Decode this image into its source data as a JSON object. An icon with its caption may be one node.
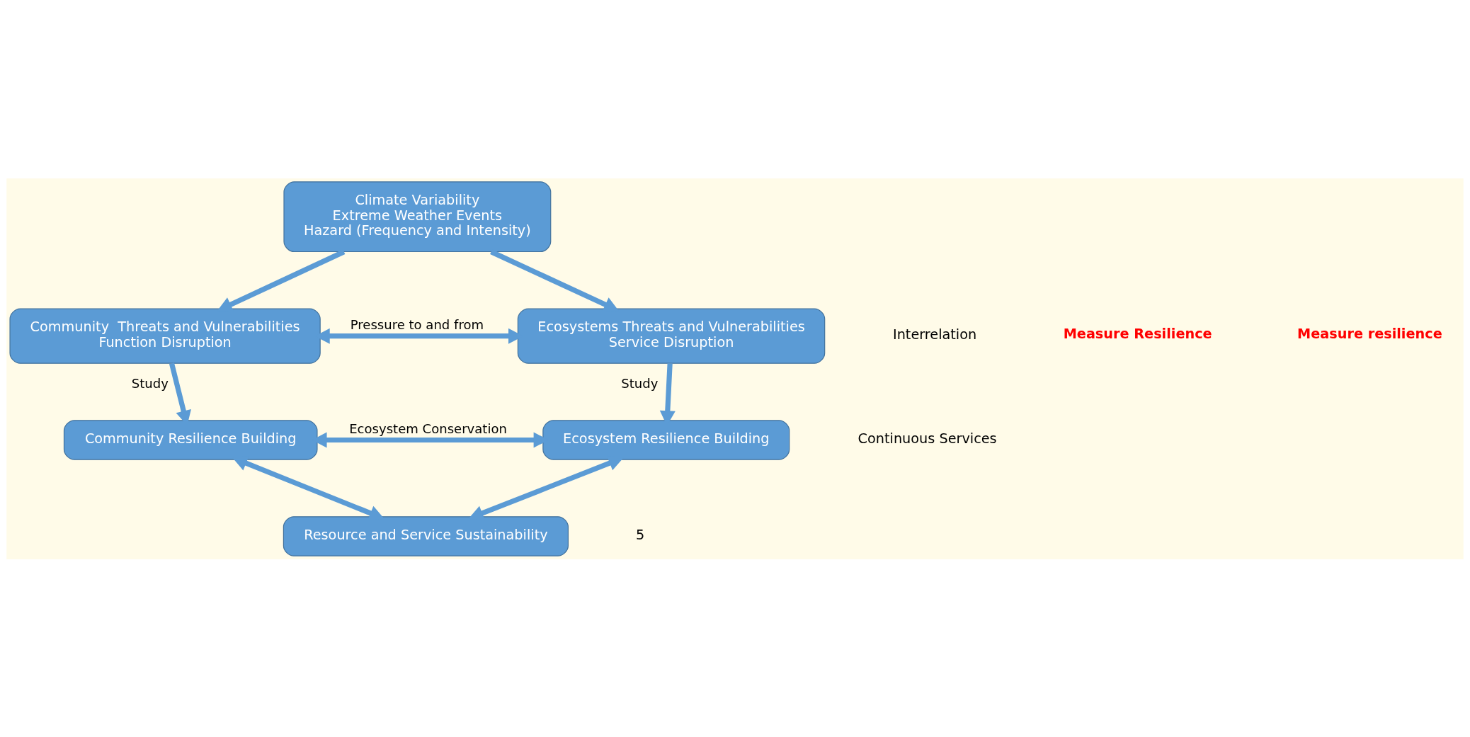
{
  "diagram": {
    "nodes": [
      {
        "text": [
          "Climate Variability",
          "Extreme Weather Events",
          "Hazard (Frequency and Intensity)"
        ]
      },
      {
        "text": [
          "Community  Threats and Vulnerabilities",
          "Function Disruption"
        ]
      },
      {
        "text": [
          "Ecosystems Threats and Vulnerabilities",
          "Service Disruption"
        ]
      },
      {
        "text": [
          "Community Resilience Building"
        ]
      },
      {
        "text": [
          "Ecosystem Resilience Building"
        ]
      },
      {
        "text": [
          "Resource and Service Sustainability"
        ]
      }
    ],
    "edges": [
      {
        "from": 0,
        "to": 1,
        "arrow": "to"
      },
      {
        "from": 0,
        "to": 2,
        "arrow": "to"
      },
      {
        "from": 1,
        "to": 2,
        "arrow": "both",
        "label": "Pressure to and from"
      },
      {
        "from": 1,
        "to": 3,
        "arrow": "to",
        "label": "Study"
      },
      {
        "from": 2,
        "to": 4,
        "arrow": "to",
        "label": "Study"
      },
      {
        "from": 3,
        "to": 4,
        "arrow": "both",
        "label": "Ecosystem Conservation"
      },
      {
        "from": 3,
        "to": 5,
        "arrow": "both"
      },
      {
        "from": 4,
        "to": 5,
        "arrow": "both"
      }
    ],
    "labels": [
      "Interrelation",
      "Measure Resilience",
      "Measure resilience",
      "Continuous Services",
      "5"
    ]
  }
}
